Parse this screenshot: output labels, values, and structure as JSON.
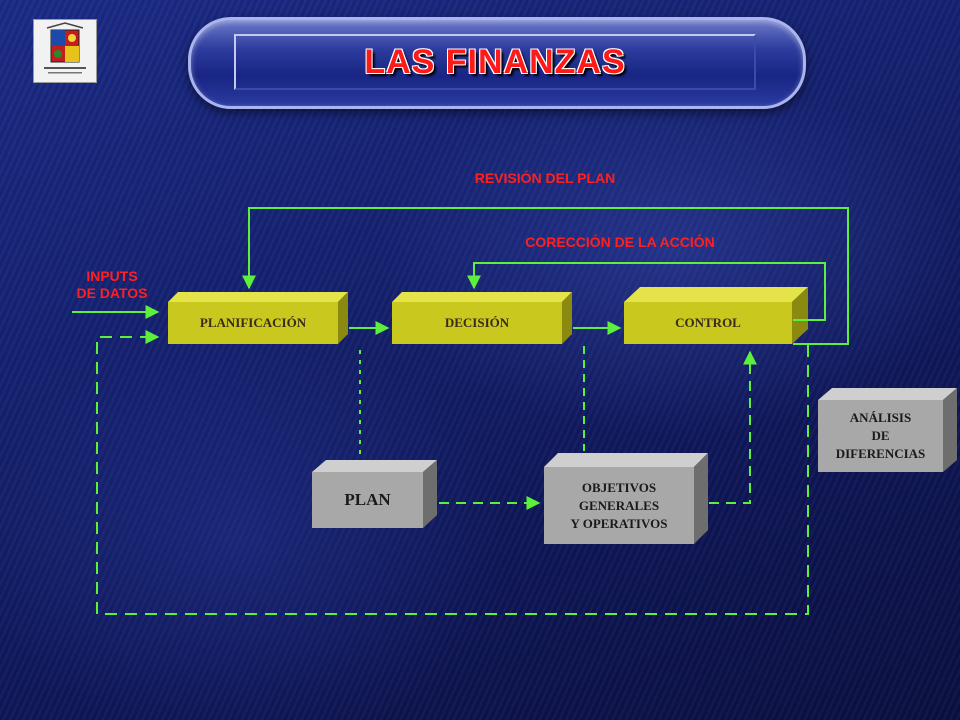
{
  "title": "LAS FINANZAS",
  "labels": {
    "revision": "REVISIÓN DEL PLAN",
    "correccion": "CORECCIÓN DE LA ACCIÓN",
    "inputs_line1": "INPUTS",
    "inputs_line2": "DE DATOS"
  },
  "boxes": {
    "planificacion": "PLANIFICACIÓN",
    "decision": "DECISIÓN",
    "control": "CONTROL",
    "plan": "PLAN",
    "objetivos_line1": "OBJETIVOS",
    "objetivos_line2": "GENERALES",
    "objetivos_line3": "Y OPERATIVOS",
    "analisis_line1": "ANÁLISIS",
    "analisis_line2": "DE",
    "analisis_line3": "DIFERENCIAS"
  },
  "colors": {
    "yellow_box": "#c8c81e",
    "gray_box": "#a8a8a8",
    "arrows": "#5cf03c",
    "label_red": "#ff2020"
  }
}
